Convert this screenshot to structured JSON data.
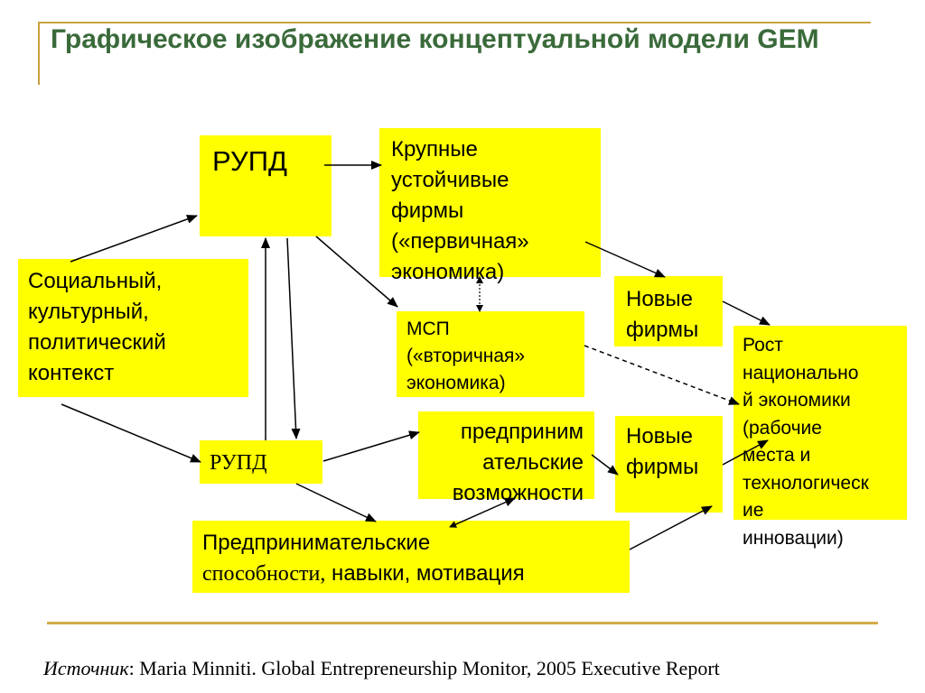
{
  "title": "Графическое изображение концептуальной модели GEM",
  "boxes": {
    "rupd_top": "РУПД",
    "large_firms": [
      "Крупные",
      "устойчивые",
      "фирмы",
      "(«первичная»",
      "экономика)"
    ],
    "social": [
      "Социальный,",
      "культурный,",
      "политический",
      "контекст"
    ],
    "new_firms_top": [
      "Новые",
      "фирмы"
    ],
    "msp": [
      "МСП",
      "(«вторичная»",
      "экономика)"
    ],
    "growth": [
      "Рост",
      "национально",
      "й экономики",
      "(рабочие",
      "места и",
      "технологическ",
      "ие",
      "инновации)"
    ],
    "rupd_bottom": "РУПД",
    "opportunities": [
      "предприним",
      "ательские",
      "возможности"
    ],
    "new_firms_bottom": [
      "Новые",
      "фирмы"
    ],
    "capabilities": {
      "line1": "Предпринимательские",
      "line2_serif": "способности,",
      "line2_rest": " навыки, мотивация"
    }
  },
  "source": {
    "label": "Источник",
    "text": ": Maria Minniti. Global Entrepreneurship Monitor, 2005 Executive Report"
  },
  "colors": {
    "box_fill": "#ffff00",
    "title": "#3a6a3a",
    "rule": "#c8a23c"
  }
}
